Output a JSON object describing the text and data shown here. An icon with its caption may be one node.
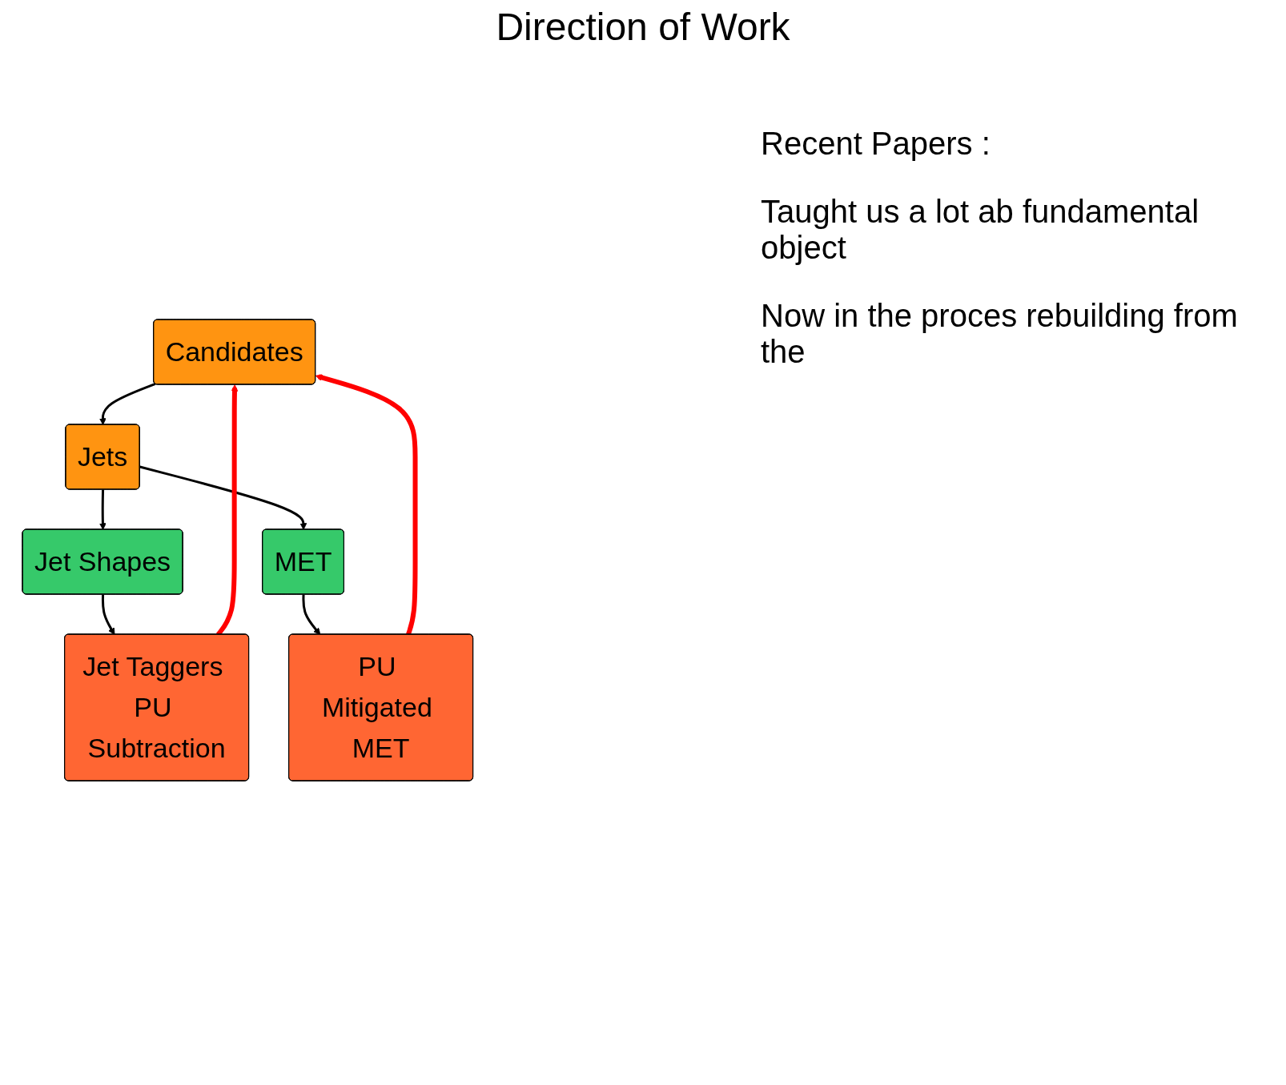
{
  "diagram": {
    "title": "Direction of Work",
    "nodes": [
      {
        "text": [
          "Candidates"
        ]
      },
      {
        "text": [
          "Jets"
        ]
      },
      {
        "text": [
          "Jet Shapes"
        ]
      },
      {
        "text": [
          "MET"
        ]
      },
      {
        "text": [
          "Jet Taggers PU Subtraction"
        ]
      },
      {
        "text": [
          "PU Mitigated MET"
        ]
      }
    ],
    "edges": [
      {
        "from": 0,
        "to": 1,
        "arrow": "to"
      },
      {
        "from": 1,
        "to": 2,
        "arrow": "to"
      },
      {
        "from": 1,
        "to": 3,
        "arrow": "to"
      },
      {
        "from": 2,
        "to": 4,
        "arrow": "to"
      },
      {
        "from": 3,
        "to": 5,
        "arrow": "to"
      },
      {
        "from": 4,
        "to": 0,
        "arrow": "to",
        "style": "thick",
        "color": "#ff0000"
      },
      {
        "from": 5,
        "to": 0,
        "arrow": "to",
        "style": "thick",
        "color": "#ff0000"
      }
    ],
    "labels": [
      "Recent Papers :",
      "Taught us a lot ab fundamental object",
      "Now in the proces rebuilding from the"
    ]
  }
}
